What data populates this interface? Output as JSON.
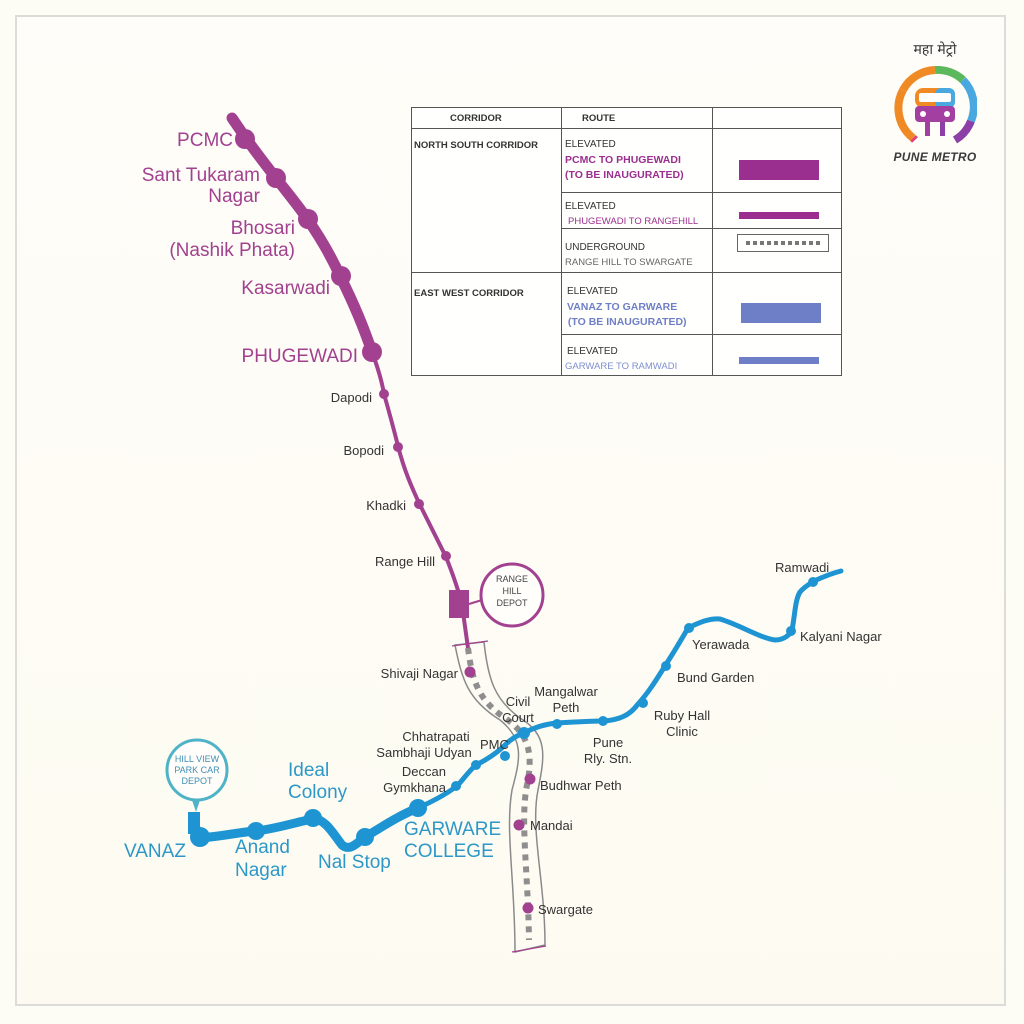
{
  "logo": {
    "hindi_text": "महा मेट्रो",
    "name": "PUNE METRO",
    "icon": "metro-train-ring-icon"
  },
  "legend": {
    "headers": [
      "CORRIDOR",
      "ROUTE",
      ""
    ],
    "rows": [
      {
        "corridor": "NORTH SOUTH CORRIDOR",
        "type": "ELEVATED",
        "route": "PCMC TO PHUGEWADI",
        "note": "(TO BE INAUGURATED)",
        "swatch": "thick-solid",
        "color": "#9b2f8f"
      },
      {
        "corridor": "",
        "type": "ELEVATED",
        "route": "PHUGEWADI TO RANGEHILL",
        "note": "",
        "swatch": "thin-solid",
        "color": "#9b2f8f"
      },
      {
        "corridor": "",
        "type": "UNDERGROUND",
        "route": "RANGE HILL TO SWARGATE",
        "note": "",
        "swatch": "dotted-box",
        "color": "#777777"
      },
      {
        "corridor": "EAST WEST CORRIDOR",
        "type": "ELEVATED",
        "route": "VANAZ TO GARWARE",
        "note": " (TO BE INAUGURATED)",
        "swatch": "thick-solid",
        "color": "#6f7fc7"
      },
      {
        "corridor": "",
        "type": "ELEVATED",
        "route": "GARWARE TO RAMWADI",
        "note": "",
        "swatch": "thin-solid",
        "color": "#6f7fc7"
      }
    ]
  },
  "colors": {
    "north_south": "#a2418f",
    "east_west": "#1e94d2",
    "underground": "#888888",
    "background": "#fdfcf5"
  },
  "north_south_stations": {
    "pcmc": "PCMC",
    "sant_tukaram_1": "Sant Tukaram",
    "sant_tukaram_2": "Nagar",
    "bhosari_1": "Bhosari",
    "bhosari_2": "(Nashik Phata)",
    "kasarwadi": "Kasarwadi",
    "phugewadi": "PHUGEWADI",
    "dapodi": "Dapodi",
    "bopodi": "Bopodi",
    "khadki": "Khadki",
    "range_hill": "Range Hill",
    "shivaji_nagar": "Shivaji Nagar",
    "civil_court_1": "Civil",
    "civil_court_2": "Court",
    "budhwar_peth": "Budhwar Peth",
    "mandai": "Mandai",
    "swargate": "Swargate"
  },
  "east_west_stations": {
    "vanaz": "VANAZ",
    "anand_nagar_1": "Anand",
    "anand_nagar_2": "Nagar",
    "ideal_colony_1": "Ideal",
    "ideal_colony_2": "Colony",
    "nal_stop": "Nal Stop",
    "garware_1": "GARWARE",
    "garware_2": "COLLEGE",
    "deccan_1": "Deccan",
    "deccan_2": "Gymkhana",
    "sambhaji_1": "Chhatrapati",
    "sambhaji_2": "Sambhaji Udyan",
    "pmc": "PMC",
    "mangalwar_1": "Mangalwar",
    "mangalwar_2": "Peth",
    "pune_rly_1": "Pune",
    "pune_rly_2": "Rly. Stn.",
    "ruby_hall_1": "Ruby Hall",
    "ruby_hall_2": "Clinic",
    "bund_garden": "Bund Garden",
    "yerawada": "Yerawada",
    "kalyani_nagar": "Kalyani Nagar",
    "ramwadi": "Ramwadi"
  },
  "depots": {
    "range_hill": [
      "RANGE",
      "HILL",
      "DEPOT"
    ],
    "hill_view": [
      "HILL  VIEW",
      "PARK CAR",
      "DEPOT"
    ]
  }
}
